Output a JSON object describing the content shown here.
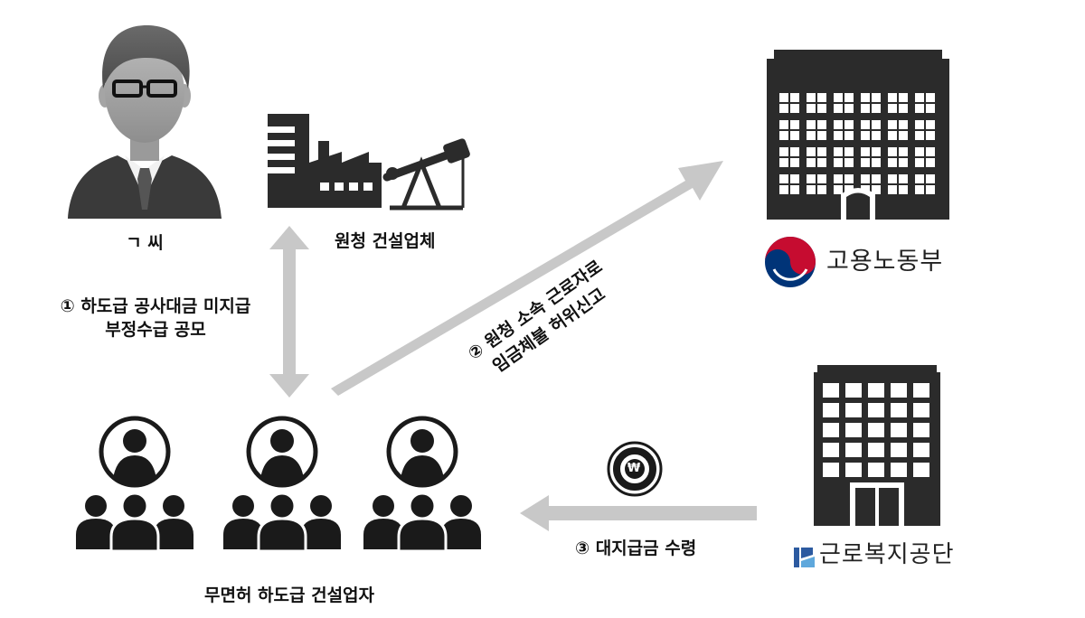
{
  "nodes": {
    "person_label": "ㄱ 씨",
    "contractor_label": "원청 건설업체",
    "subcontractors_label": "무면허 하도급 건설업자",
    "ministry_label": "고용노동부",
    "welfare_label": "근로복지공단"
  },
  "steps": {
    "step1_line1": "① 하도급 공사대금 미지급",
    "step1_line2": "부정수급 공모",
    "step2_line1": "② 원청 소속 근로자로",
    "step2_line2": "임금체불 허위신고",
    "step3": "③ 대지급금 수령"
  },
  "coin_symbol": "₩",
  "colors": {
    "arrow": "#c8c8c8",
    "icon_dark": "#2a2a2a",
    "ministry_red": "#c60c30",
    "ministry_blue": "#003478",
    "welfare_blue": "#2c5aa0"
  }
}
